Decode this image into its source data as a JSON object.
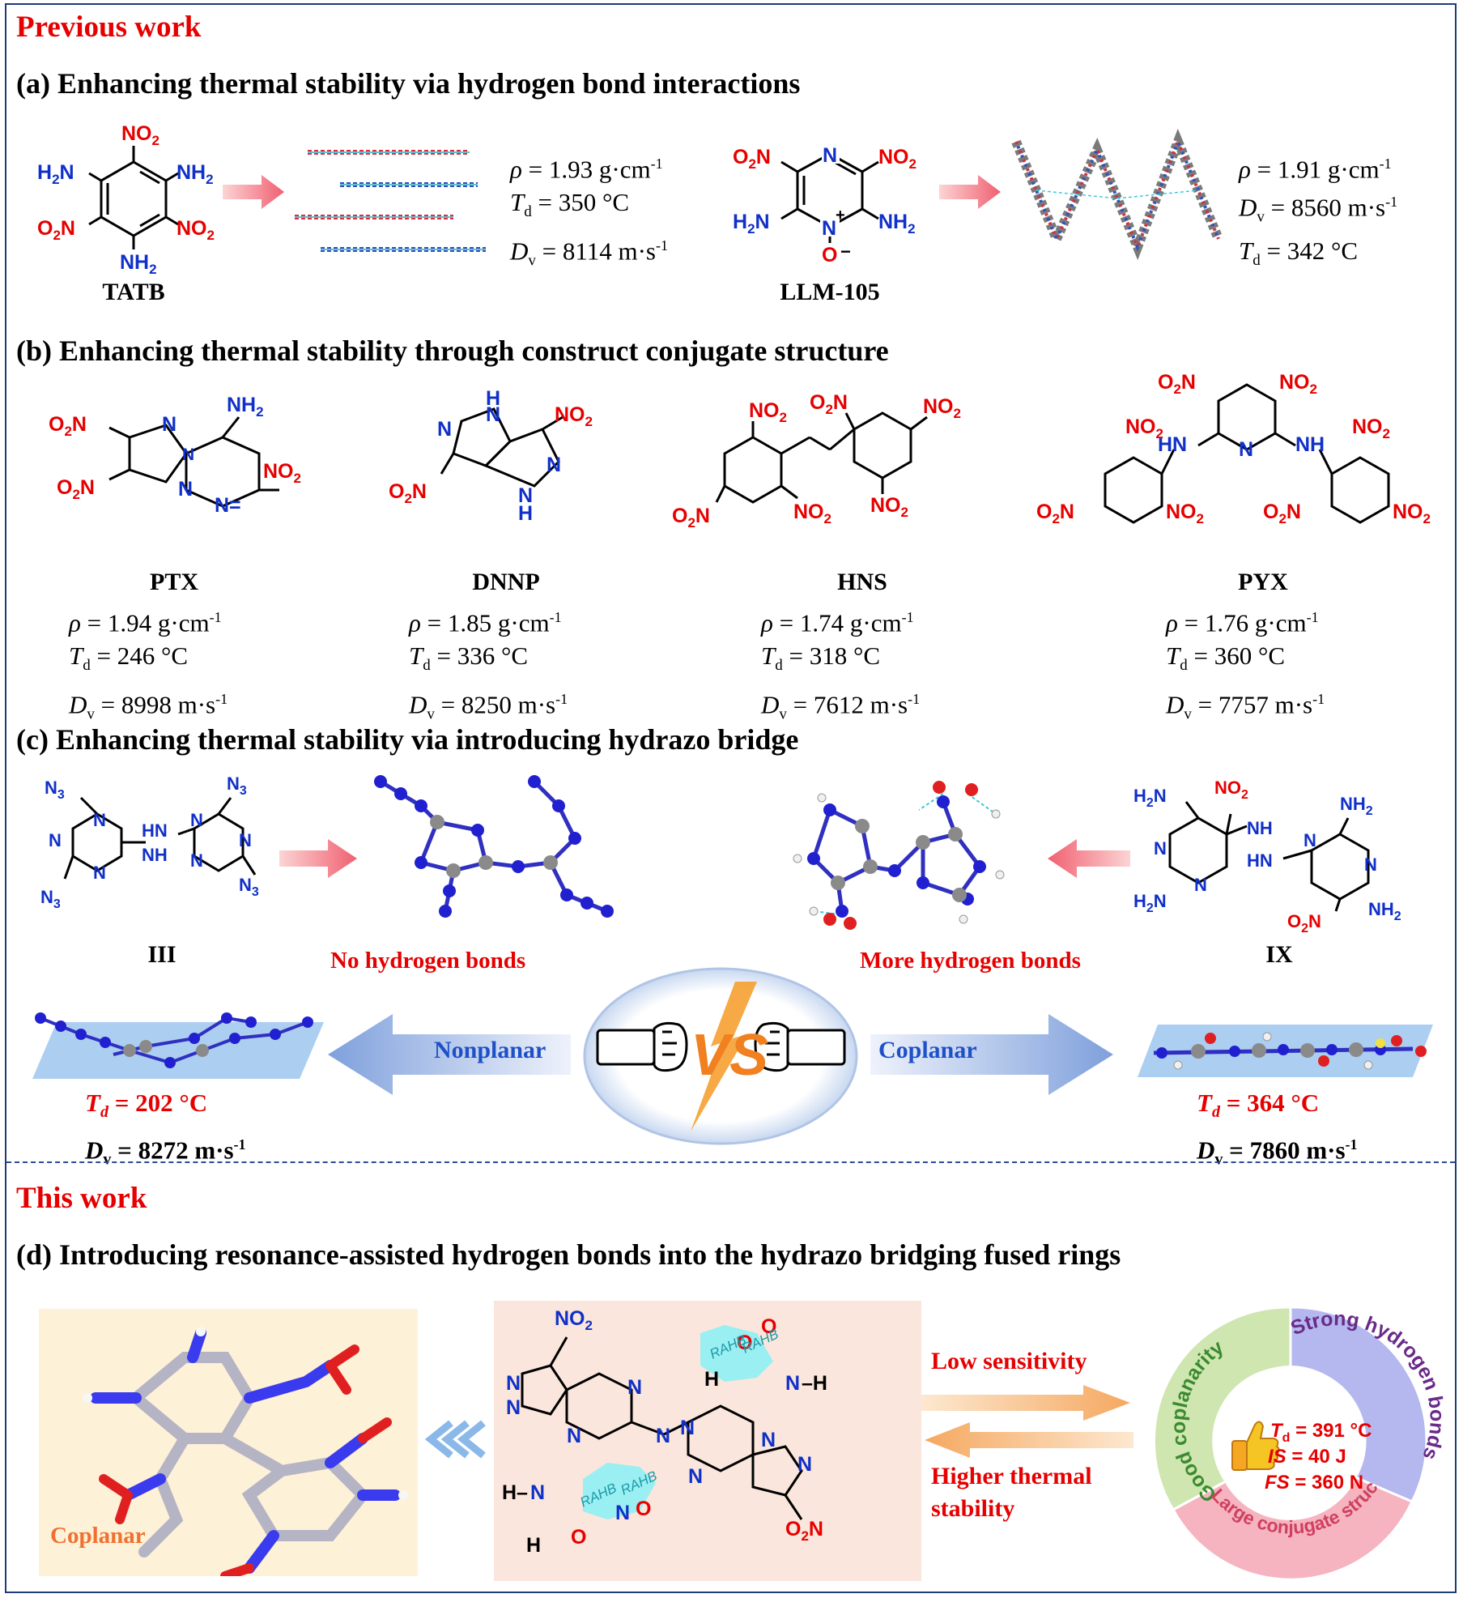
{
  "previous_work": "Previous work",
  "this_work": "This work",
  "sections": {
    "a": "(a) Enhancing thermal stability via hydrogen bond interactions",
    "b": "(b) Enhancing thermal stability through construct conjugate structure",
    "c": "(c) Enhancing thermal stability via introducing hydrazo bridge",
    "d": "(d) Introducing resonance-assisted hydrogen bonds into the hydrazo bridging fused rings"
  },
  "tatb": {
    "name": "TATB",
    "rho": "1.93 g·cm",
    "td": "350 °C",
    "dv": "8114 m·s"
  },
  "llm": {
    "name": "LLM-105",
    "rho": "1.91 g·cm",
    "dv": "8560 m·s",
    "td": "342 °C"
  },
  "compounds_b": [
    {
      "name": "PTX",
      "rho": "1.94 g·cm",
      "td": "246 °C",
      "dv": "8998 m·s"
    },
    {
      "name": "DNNP",
      "rho": "1.85 g·cm",
      "td": "336 °C",
      "dv": "8250 m·s"
    },
    {
      "name": "HNS",
      "rho": "1.74 g·cm",
      "td": "318 °C",
      "dv": "7612 m·s"
    },
    {
      "name": "PYX",
      "rho": "1.76 g·cm",
      "td": "360 °C",
      "dv": "7757 m·s"
    }
  ],
  "sym": {
    "rho": "ρ",
    "T": "T",
    "D": "D",
    "d": "d",
    "v": "v",
    "eq": " = ",
    "exp": "-1"
  },
  "c": {
    "iii": "III",
    "ix": "IX",
    "no_hb": "No hydrogen bonds",
    "more_hb": "More hydrogen bonds",
    "nonplanar": "Nonplanar",
    "coplanar": "Coplanar",
    "vs": "VS",
    "iii_td": "202 °C",
    "iii_dv": "8272 m·s",
    "ix_td": "364 °C",
    "ix_dv": "7860 m·s"
  },
  "d": {
    "coplanar": "Coplanar",
    "low_sens": "Low sensitivity",
    "higher_thermal_1": "Higher thermal",
    "higher_thermal_2": "stability",
    "ring": [
      "Good coplanarity",
      "Strong hydrogen bonds",
      "Large conjugate structure"
    ],
    "td": "391 °C",
    "is_label": "IS",
    "is_val": "40 J",
    "fs_label": "FS",
    "fs_val": "360 N",
    "rahb": "RAHB"
  },
  "colors": {
    "red": "#e60000",
    "blue": "#1030c8",
    "frame": "#1e3c78",
    "ring_green": "#cfe6b0",
    "ring_blue": "#b4b8ee",
    "ring_pink": "#f5b4c0",
    "panel_left": "#fdf1d8",
    "panel_mid": "#fae6dc",
    "rahb_fill": "#8ff0f4"
  }
}
